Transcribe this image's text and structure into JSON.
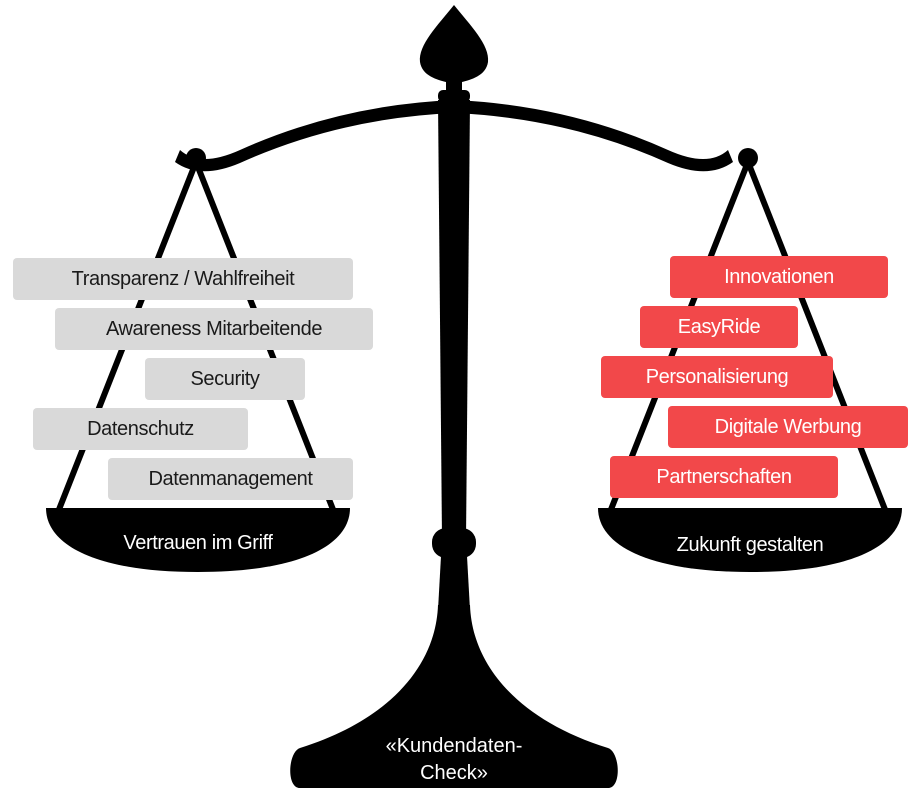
{
  "colors": {
    "scale": "#000000",
    "left_tag_bg": "#d9d9d9",
    "right_tag_bg": "#f2484a"
  },
  "left_pan": {
    "label": "Vertrauen im Griff",
    "items": [
      "Transparenz / Wahlfreiheit",
      "Awareness Mitarbeitende",
      "Security",
      "Datenschutz",
      "Datenmanagement"
    ]
  },
  "right_pan": {
    "label": "Zukunft gestalten",
    "items": [
      "Innovationen",
      "EasyRide",
      "Personalisierung",
      "Digitale Werbung",
      "Partnerschaften"
    ]
  },
  "base": {
    "line1": "«Kundendaten-",
    "line2": "Check»"
  }
}
